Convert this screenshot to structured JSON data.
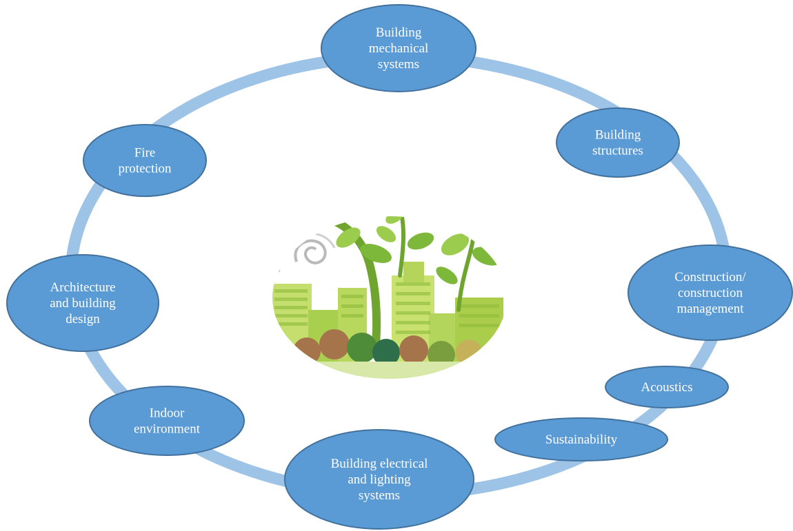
{
  "diagram": {
    "nodes": [
      {
        "id": "mechanical",
        "lines": [
          "Building",
          "mechanical",
          "systems"
        ]
      },
      {
        "id": "structures",
        "lines": [
          "Building",
          "structures"
        ]
      },
      {
        "id": "construction",
        "lines": [
          "Construction/",
          "construction",
          "management"
        ]
      },
      {
        "id": "acoustics",
        "lines": [
          "Acoustics"
        ]
      },
      {
        "id": "sustainability",
        "lines": [
          "Sustainability"
        ]
      },
      {
        "id": "electrical",
        "lines": [
          "Building electrical",
          "and lighting",
          "systems"
        ]
      },
      {
        "id": "indoor",
        "lines": [
          "Indoor",
          "environment"
        ]
      },
      {
        "id": "architecture",
        "lines": [
          "Architecture",
          "and building",
          "design"
        ]
      },
      {
        "id": "fire",
        "lines": [
          "Fire",
          "protection"
        ]
      }
    ],
    "colors": {
      "node_fill": "#5b9bd5",
      "node_stroke": "#41719c",
      "ring": "#9dc3e6",
      "node_text": "#ffffff",
      "leaf_light": "#9ccc4e",
      "leaf_dark": "#6fa52f",
      "building_light": "#c5df6e",
      "building_dark": "#8dbb3a",
      "tree_brown": "#a5744a",
      "tree_green": "#4f8c3a"
    },
    "center_image": "green-city-illustration"
  }
}
